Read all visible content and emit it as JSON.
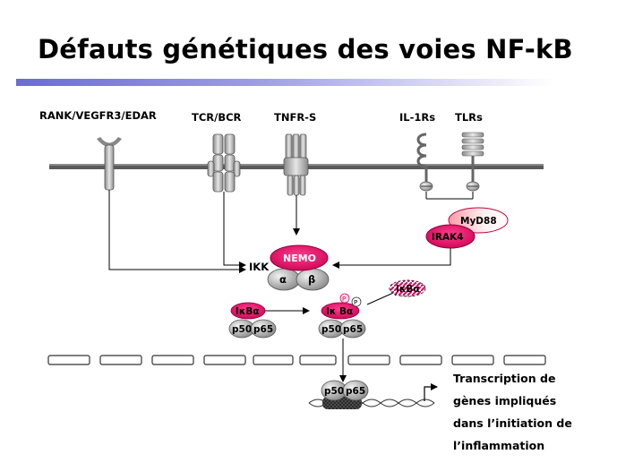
{
  "title": "Défauts génétiques des voies NF-kB",
  "receptors": {
    "rank": "RANK/VEGFR3/EDAR",
    "tcr": "TCR/BCR",
    "tnfr": "TNFR-S",
    "il1r": "IL-1Rs",
    "tlr": "TLRs"
  },
  "adaptors": {
    "myd88": "MyD88",
    "irak4": "IRAK4"
  },
  "ikk": {
    "label": "IKK",
    "nemo": "NEMO",
    "alpha": "α",
    "beta": "β"
  },
  "ikb": {
    "left": "IκBα",
    "middle": "Iκ Bα",
    "degraded": "IκBα",
    "p": "P"
  },
  "nfkb": {
    "p50": "p50",
    "p65": "p65"
  },
  "transcription": {
    "line1": "Transcription de",
    "line2": "gènes impliqués",
    "line3": "dans l’initiation de",
    "line4": "l’inflammation"
  },
  "colors": {
    "magenta": "#e0005f",
    "rule": "#6b6bd6",
    "membrane": "#555555"
  }
}
